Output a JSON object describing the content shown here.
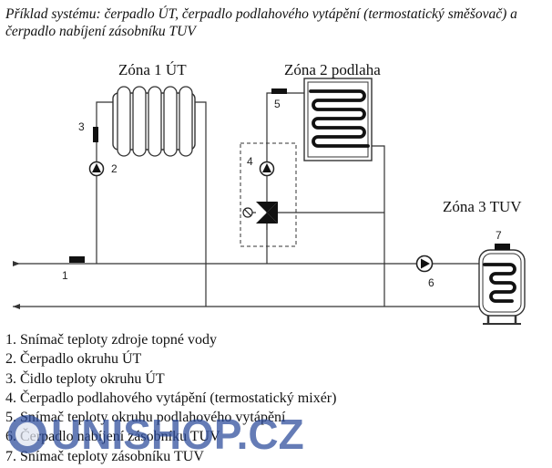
{
  "caption": "Příklad systému: čerpadlo ÚT, čerpadlo podlahového vytápění (termostatický směšovač) a čerpadlo nabíjení zásobníku TUV",
  "zones": {
    "zone1": "Zóna 1 ÚT",
    "zone2": "Zóna 2 podlaha",
    "zone3": "Zóna 3 TUV"
  },
  "markers": [
    "1",
    "2",
    "3",
    "4",
    "5",
    "6",
    "7"
  ],
  "legend": [
    "1. Snímač teploty zdroje topné vody",
    "2. Čerpadlo okruhu ÚT",
    "3. Čidlo teploty okruhu ÚT",
    "4. Čerpadlo podlahového vytápění (termostatický mixér)",
    "5. Snímač teploty okruhu podlahového vytápění",
    "6. Čerpadlo nabíjení zásobníku TUV",
    "7. Snímač teploty zásobníku TUV"
  ],
  "watermark": "UNISHOP.CZ",
  "colors": {
    "line": "#333333",
    "text": "#111111",
    "watermark": "#2a4a9a"
  }
}
